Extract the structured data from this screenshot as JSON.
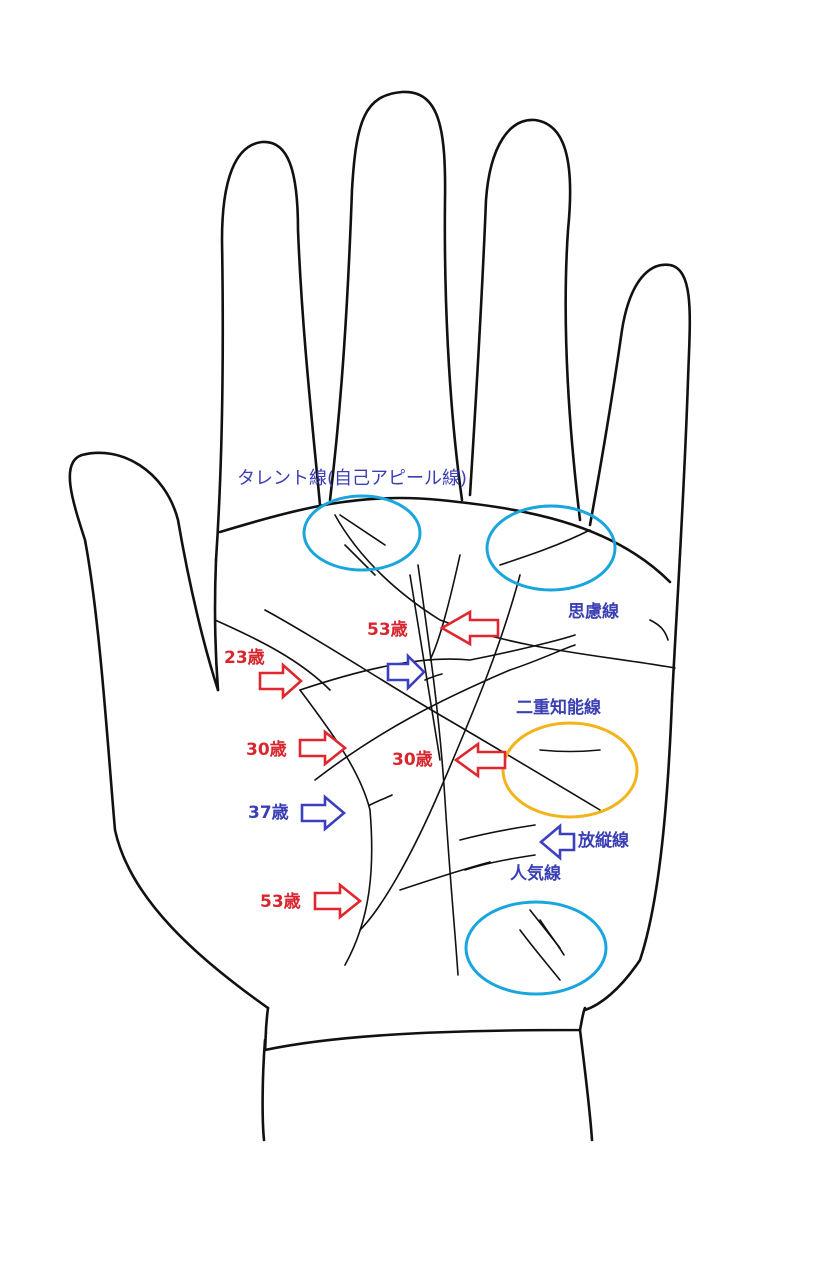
{
  "colors": {
    "outline": "#111111",
    "line": "#111111",
    "red_text": "#d8262e",
    "blue_text": "#3b3fb4",
    "red_arrow": "#e0262e",
    "blue_arrow": "#3b3fc0",
    "cyan_circle": "#1aa5dd",
    "yellow_circle": "#f2b41c"
  },
  "labels": {
    "talent_line": "タレント線(自己アピール線)",
    "shiryo_line": "思慮線",
    "nijuu_chinou_line": "二重知能線",
    "houjuu_line": "放縦線",
    "ninki_line": "人気線"
  },
  "ages": {
    "age_53_top": "53歳",
    "age_23": "23歳",
    "age_30_left": "30歳",
    "age_30_mid": "30歳",
    "age_37": "37歳",
    "age_53_bottom": "53歳"
  },
  "icons": {
    "red_arrow": "hollow-right-arrow",
    "blue_arrow": "hollow-right-arrow",
    "left_arrow": "hollow-left-arrow"
  }
}
